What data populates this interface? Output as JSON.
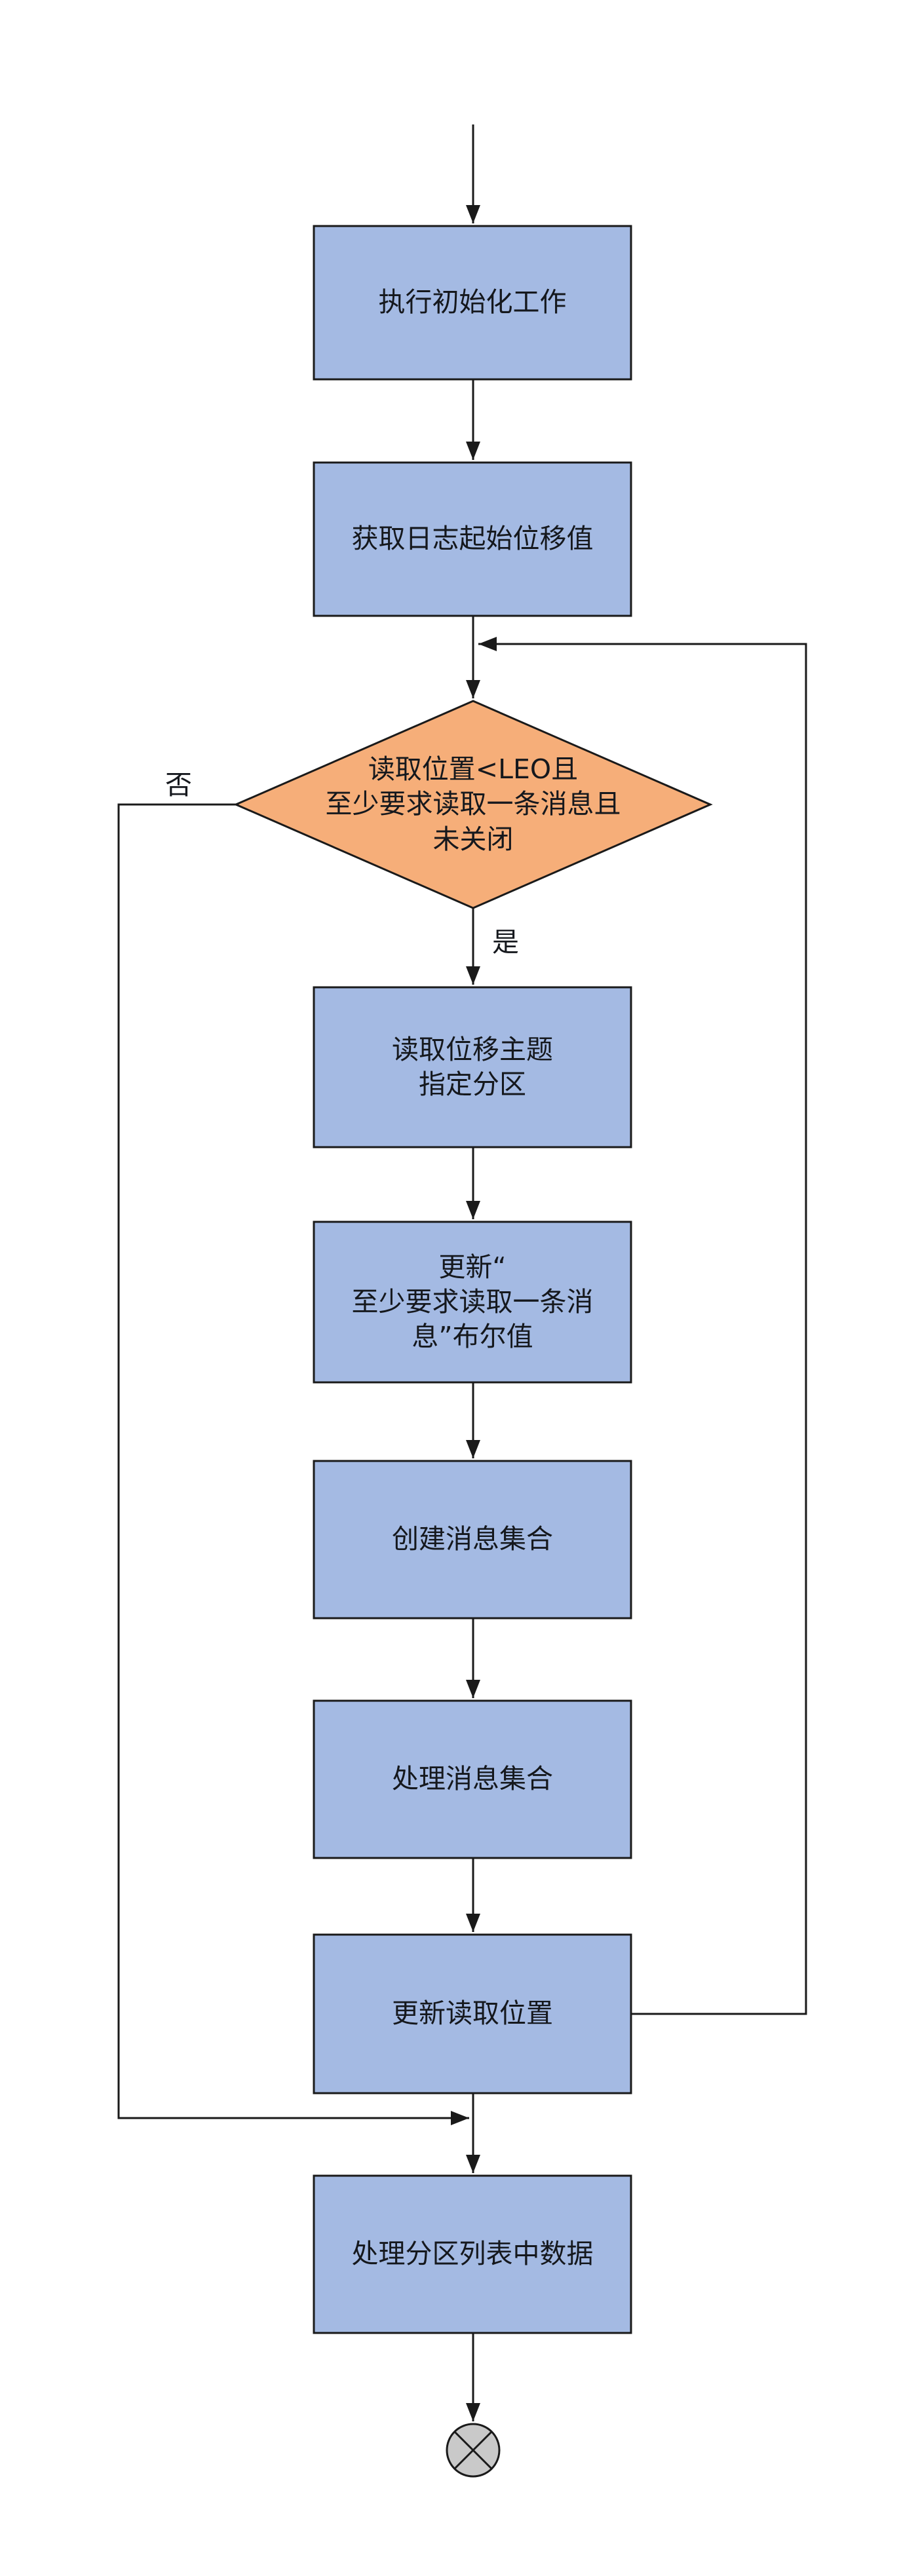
{
  "colors": {
    "line": "#1a1a1a",
    "shape_border": "#1a1a1a",
    "process_fill": "#a4bae3",
    "decision_fill": "#f6ae79",
    "end_fill": "#c9c9c9"
  },
  "nodes": {
    "init": {
      "label": "执行初始化工作"
    },
    "fetch_start_offset": {
      "label": "获取日志起始位移值"
    },
    "decision": {
      "label": "读取位置<LEO且\n至少要求读取一条消息且\n未关闭"
    },
    "read_offset_topic": {
      "label": "读取位移主题\n指定分区"
    },
    "update_boolean": {
      "label": "更新“\n至少要求读取一条消\n息”布尔值"
    },
    "create_message_set": {
      "label": "创建消息集合"
    },
    "process_message_set": {
      "label": "处理消息集合"
    },
    "update_read_position": {
      "label": "更新读取位置"
    },
    "process_partition_list": {
      "label": "处理分区列表中数据"
    }
  },
  "edge_labels": {
    "yes": "是",
    "no": "否"
  }
}
